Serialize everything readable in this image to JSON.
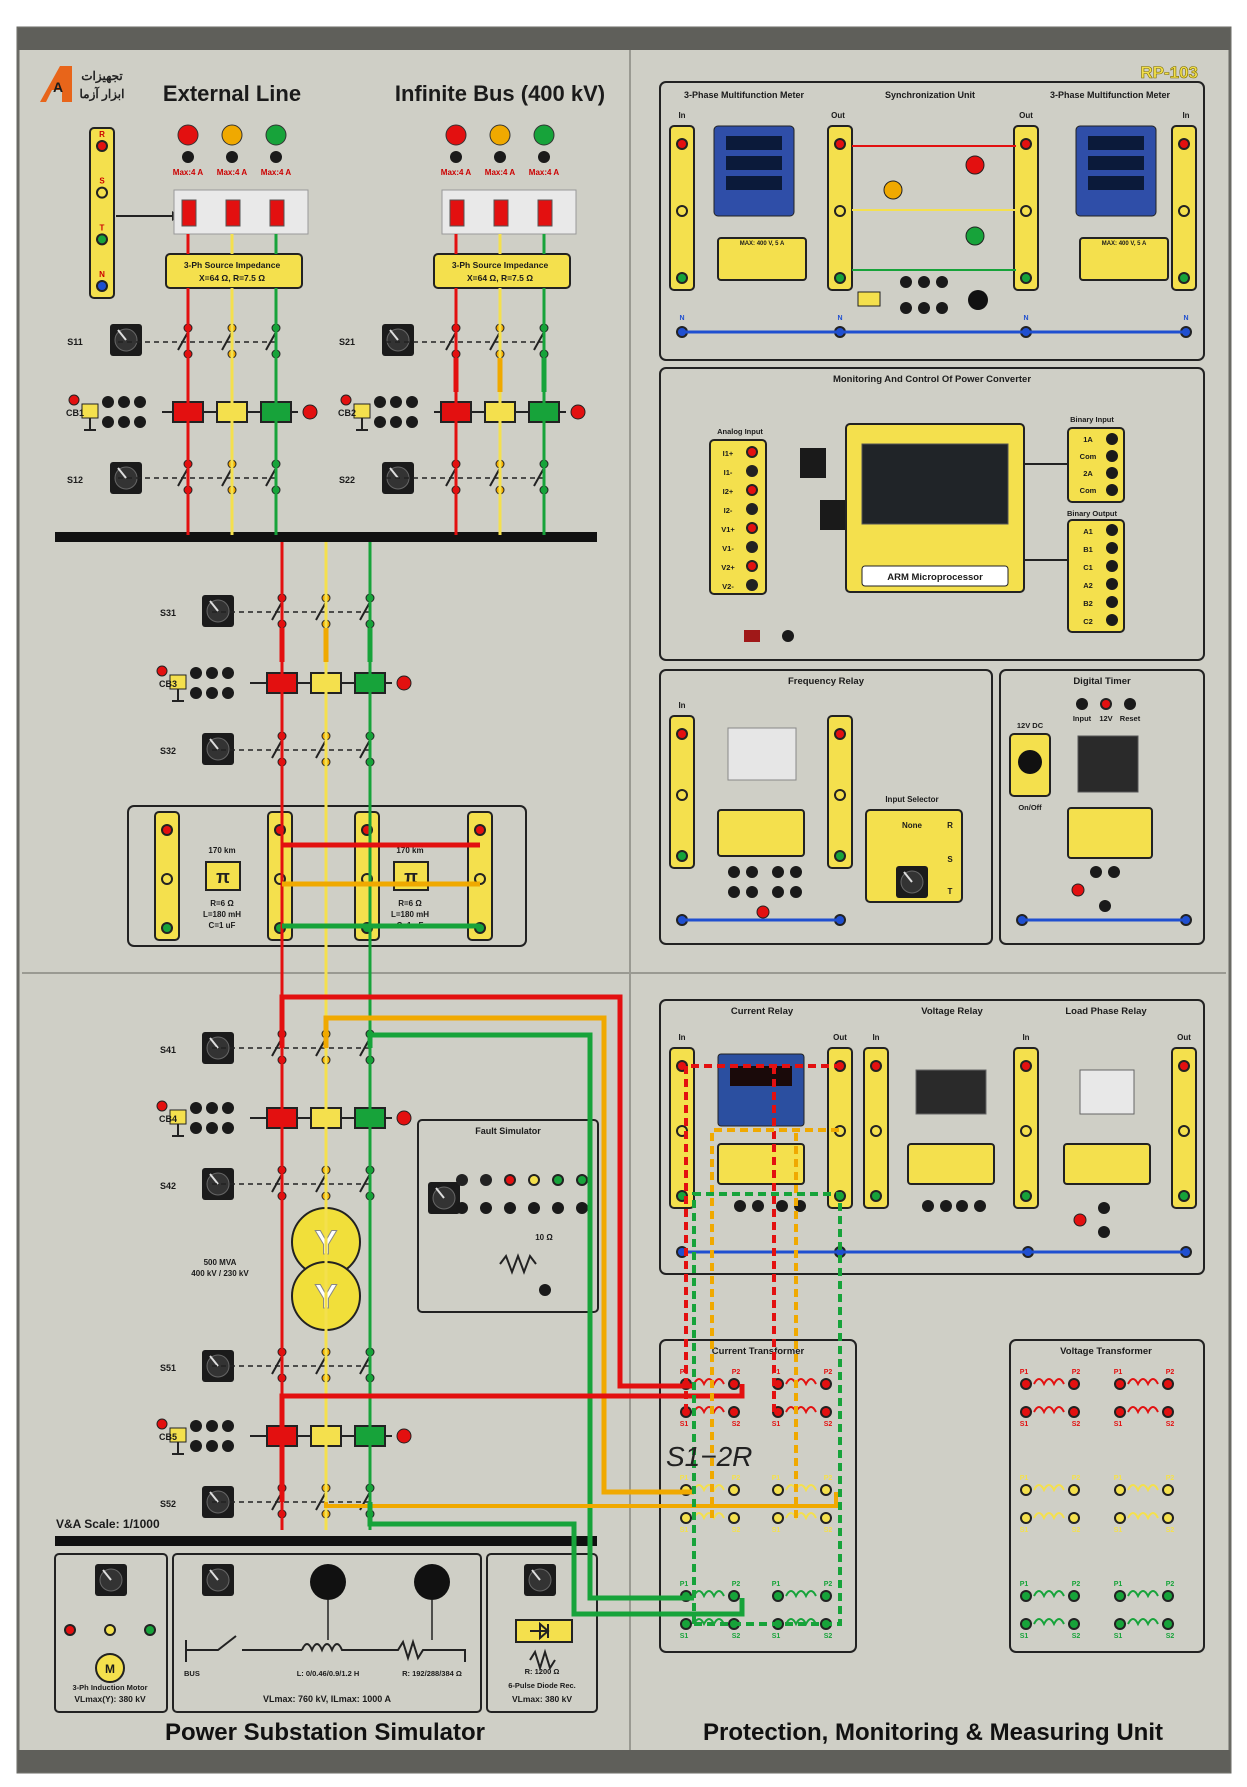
{
  "brand": {
    "logo_letter": "A",
    "logo_text_1": "تجهیزات",
    "logo_text_2": "ابزار آزما"
  },
  "model": "RP-103",
  "colors": {
    "panel": "#cfcfc6",
    "frame": "#5f5f5a",
    "yellow": "#f4e04d",
    "red": "#e31010",
    "orange": "#f0a900",
    "green": "#17a33a",
    "blue": "#1f4fd0"
  },
  "left": {
    "external_line": "External Line",
    "infinite_bus": "Infinite Bus (400 kV)",
    "lamp_labels": [
      "Max:4 A",
      "Max:4 A",
      "Max:4 A"
    ],
    "source_impedance_1": [
      "3-Ph Source Impedance",
      "X=64 Ω, R=7.5 Ω"
    ],
    "source_impedance_2": [
      "3-Ph Source Impedance",
      "X=64 Ω, R=7.5 Ω"
    ],
    "phase_terminals": [
      "R",
      "S",
      "T",
      "N"
    ],
    "switches": {
      "s11": "S11",
      "s12": "S12",
      "s21": "S21",
      "s22": "S22",
      "s31": "S31",
      "s32": "S32",
      "s41": "S41",
      "s42": "S42",
      "s51": "S51",
      "s52": "S52"
    },
    "breakers": {
      "cb1": "CB1",
      "cb2": "CB2",
      "cb3": "CB3",
      "cb4": "CB4",
      "cb5": "CB5"
    },
    "line_model_1": {
      "length": "170 km",
      "params": [
        "R=6 Ω",
        "L=180 mH",
        "C=1 uF"
      ]
    },
    "line_model_2": {
      "length": "170 km",
      "params": [
        "R=6 Ω",
        "L=180 mH",
        "C=1 uF"
      ]
    },
    "transformer": [
      "500 MVA",
      "400 kV / 230 kV"
    ],
    "fault_simulator": {
      "title": "Fault Simulator",
      "resistor": "10 Ω"
    },
    "va_scale": "V&A Scale: 1/1000",
    "motor": {
      "symbol": "M",
      "label": "3-Ph Induction Motor",
      "rating": "VLmax(Y): 380 kV"
    },
    "rl_load": {
      "bus": "BUS",
      "l": "L: 0/0.46/0.9/1.2 H",
      "r": "R: 192/288/384 Ω",
      "rating": "VLmax: 760 kV, ILmax: 1000 A"
    },
    "rectifier": {
      "r": "R: 1200 Ω",
      "label": "6-Pulse Diode Rec.",
      "rating": "VLmax: 380 kV"
    },
    "footer": "Power Substation Simulator"
  },
  "right": {
    "meter_1": "3-Phase Multifunction Meter",
    "sync_unit": "Synchronization Unit",
    "meter_2": "3-Phase Multifunction Meter",
    "in": "In",
    "out": "Out",
    "neutral": "N",
    "meter_rating": "MAX: 400 V, 5 A",
    "monitoring_title": "Monitoring And Control Of Power Converter",
    "analog_input": "Analog Input",
    "analog_pins": [
      "I1+",
      "I1-",
      "I2+",
      "I2-",
      "V1+",
      "V1-",
      "V2+",
      "V2-"
    ],
    "binary_input": "Binary Input",
    "binary_input_pins": [
      "1A",
      "Com",
      "2A",
      "Com"
    ],
    "binary_output": "Binary Output",
    "binary_output_pins": [
      "A1",
      "B1",
      "C1",
      "A2",
      "B2",
      "C2"
    ],
    "arm": "ARM Microprocessor",
    "frequency_relay": "Frequency Relay",
    "input_selector": "Input Selector",
    "selector_options": [
      "None",
      "R",
      "S",
      "T"
    ],
    "digital_timer": "Digital Timer",
    "timer_labels": [
      "Input",
      "12V",
      "Reset"
    ],
    "dc_label": "12V DC",
    "onoff": "On/Off",
    "current_relay": "Current Relay",
    "voltage_relay": "Voltage Relay",
    "load_phase_relay": "Load Phase Relay",
    "ct_title": "Current Transformer",
    "vt_title": "Voltage Transformer",
    "ct_terms": [
      "P1",
      "P2",
      "S1",
      "S2"
    ],
    "overlay": "S1−2R",
    "footer": "Protection, Monitoring & Measuring Unit"
  }
}
